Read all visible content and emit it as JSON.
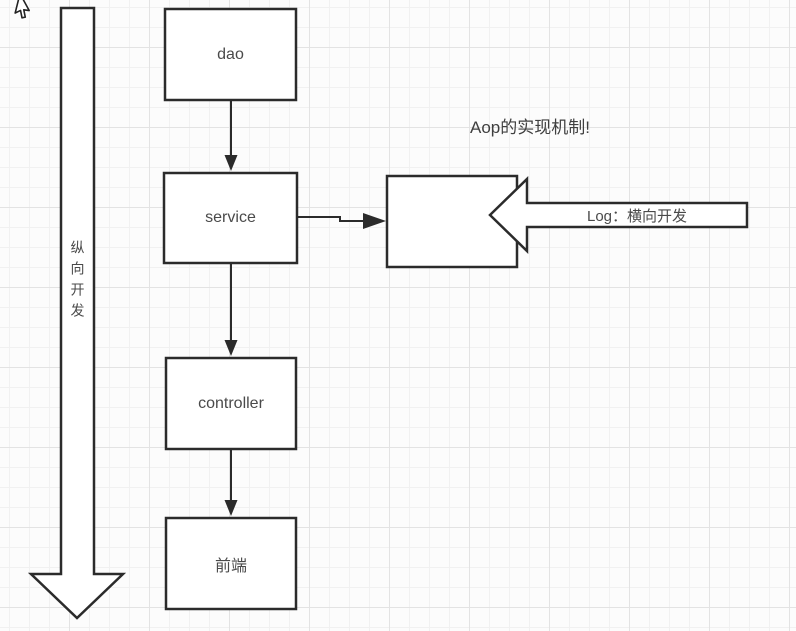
{
  "diagram": {
    "annotation": "Aop的实现机制!",
    "nodes": {
      "dao": {
        "label": "dao"
      },
      "service": {
        "label": "service"
      },
      "controller": {
        "label": "controller"
      },
      "frontend": {
        "label": "前端"
      },
      "aop_box": {
        "label": ""
      }
    },
    "vertical_arrow": {
      "label": "纵向开发"
    },
    "log_arrow": {
      "label": "Log：横向开发"
    },
    "icons": [
      "mouse-pointer-icon"
    ],
    "colors": {
      "shape_stroke": "#2b2b2b",
      "shape_fill": "#ffffff",
      "text": "#4a4a4a",
      "grid_minor": "#f1f1f1",
      "grid_major": "#e3e3e3",
      "background": "#fcfcfc"
    }
  }
}
